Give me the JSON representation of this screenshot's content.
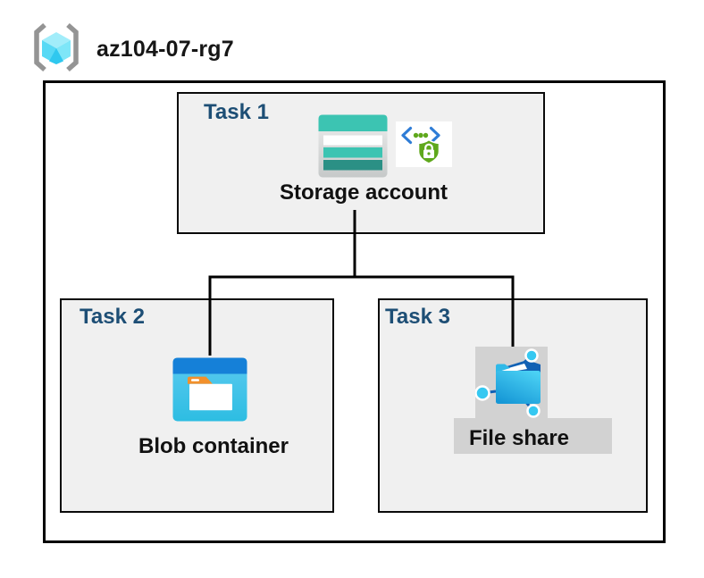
{
  "header": {
    "resource_group_name": "az104-07-rg7"
  },
  "tasks": [
    {
      "label": "Task 1",
      "resource": "Storage account"
    },
    {
      "label": "Task 2",
      "resource": "Blob container"
    },
    {
      "label": "Task 3",
      "resource": "File share"
    }
  ],
  "connections": [
    {
      "from": "Storage account",
      "to": "Blob container"
    },
    {
      "from": "Storage account",
      "to": "File share"
    }
  ],
  "icons": {
    "resource_group": "resource-group-icon",
    "storage_account": "storage-account-icon",
    "storage_security": "code-shield-lock-icon",
    "blob_container": "blob-container-icon",
    "file_share": "file-share-icon"
  },
  "colors": {
    "task_label": "#1d4e75",
    "box_fill": "#f0f0f0",
    "backdrop_gray": "#d2d2d2",
    "storage_teal": "#3cc4b2",
    "storage_teal_dark": "#2b9085",
    "blob_header_blue": "#1580d8",
    "blob_body_cyan": "#3fc4ea",
    "folder_tab_orange": "#f2902b",
    "fileshare_dark_blue": "#1261b4",
    "fileshare_cyan": "#35c8f1",
    "security_green": "#5fa81c",
    "security_blue": "#2e7cd6",
    "rg_cube_cyan": "#55d8f4",
    "bracket_gray": "#949494",
    "connector_black": "#000000"
  }
}
